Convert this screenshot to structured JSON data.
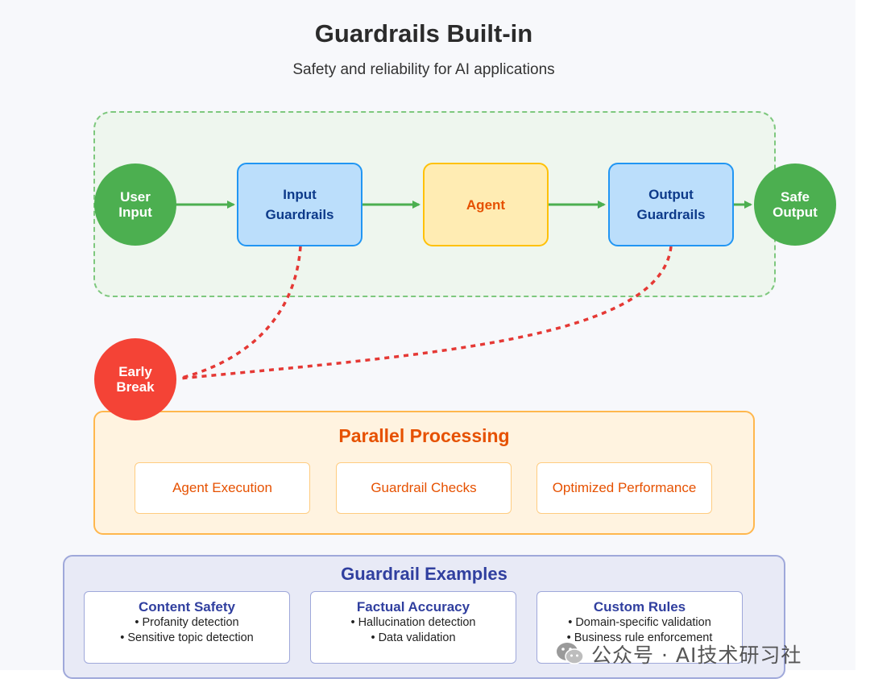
{
  "title": "Guardrails Built-in",
  "subtitle": "Safety and reliability for AI applications",
  "pipeline": {
    "user_input": "User\nInput",
    "input_guardrails": "Input\nGuardrails",
    "agent": "Agent",
    "output_guardrails": "Output\nGuardrails",
    "safe_output": "Safe\nOutput"
  },
  "early_break": "Early\nBreak",
  "parallel": {
    "title": "Parallel Processing",
    "items": [
      "Agent Execution",
      "Guardrail Checks",
      "Optimized Performance"
    ]
  },
  "examples": {
    "title": "Guardrail Examples",
    "cards": [
      {
        "title": "Content Safety",
        "lines": [
          "• Profanity detection",
          "• Sensitive topic detection"
        ]
      },
      {
        "title": "Factual Accuracy",
        "lines": [
          "• Hallucination detection",
          "• Data validation"
        ]
      },
      {
        "title": "Custom Rules",
        "lines": [
          "• Domain-specific validation",
          "• Business rule enforcement"
        ]
      }
    ]
  },
  "watermark": "公众号 · AI技术研习社",
  "colors": {
    "green": "#4caf50",
    "red": "#f44336",
    "blue": "#2196f3",
    "yellow": "#ffc107",
    "orange": "#e65100",
    "indigo": "#303f9f"
  },
  "icons": [
    "wechat-icon"
  ]
}
